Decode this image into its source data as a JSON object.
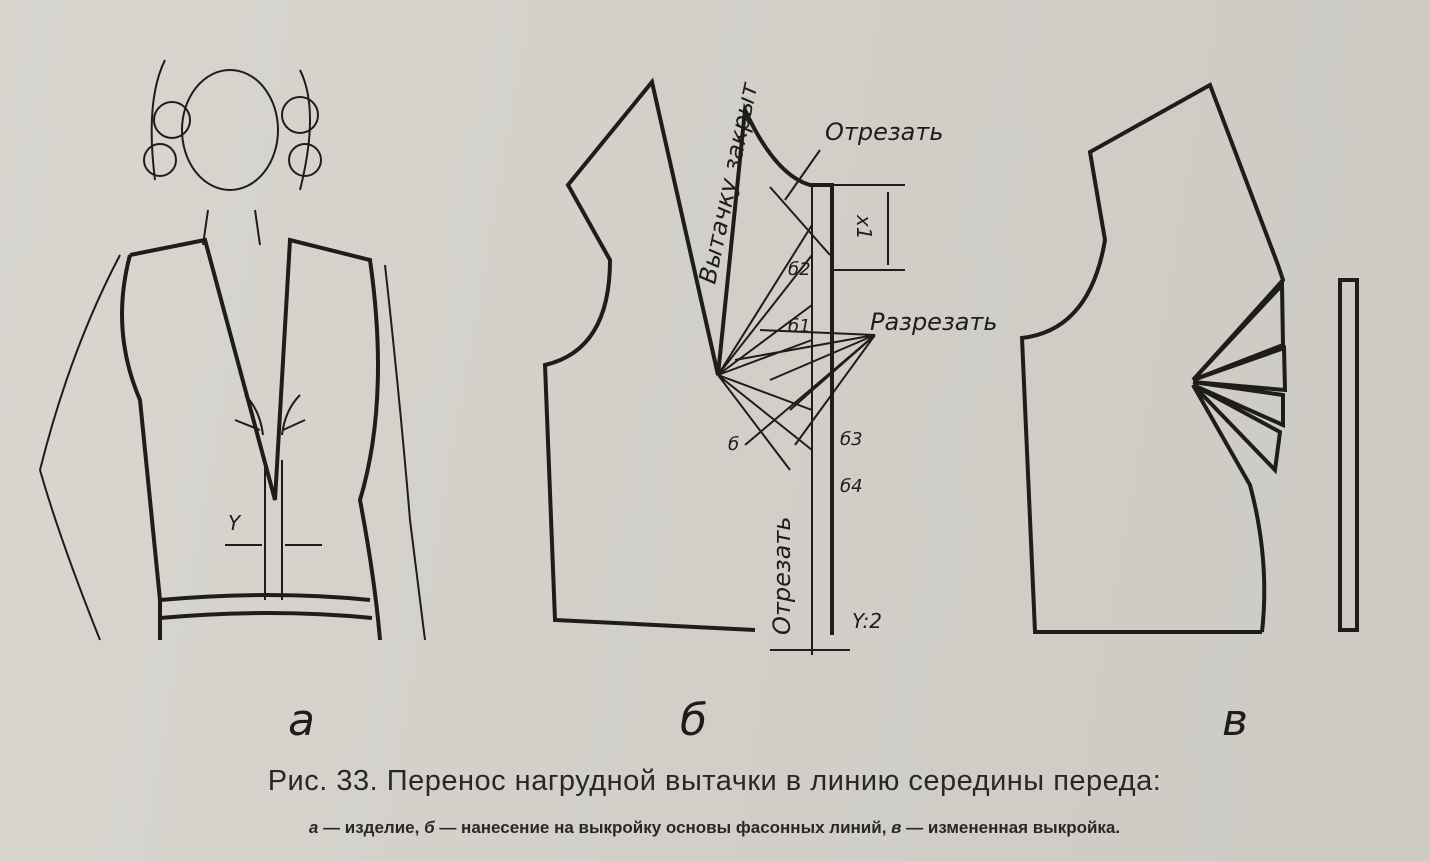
{
  "figure": {
    "panel_a": {
      "letter": "а",
      "dimension_label": "Y"
    },
    "panel_b": {
      "letter": "б",
      "close_dart_label": "Вытачку закрыт",
      "cut_off_label_top": "Отрезать",
      "cut_off_label_bottom": "Отрезать",
      "slash_label": "Разрезать",
      "x1_label": "x1",
      "points": [
        "б2",
        "б1",
        "б",
        "б3",
        "б4"
      ],
      "half_y_label": "Y:2"
    },
    "panel_c": {
      "letter": "в"
    }
  },
  "caption": {
    "title": "Рис. 33. Перенос нагрудной вытачки в линию середины переда:",
    "legend_a_key": "а",
    "legend_a_text": " — изделие, ",
    "legend_b_key": "б",
    "legend_b_text": " — нанесение на выкройку основы фасонных линий, ",
    "legend_c_key": "в",
    "legend_c_text": " — измененная выкройка."
  }
}
